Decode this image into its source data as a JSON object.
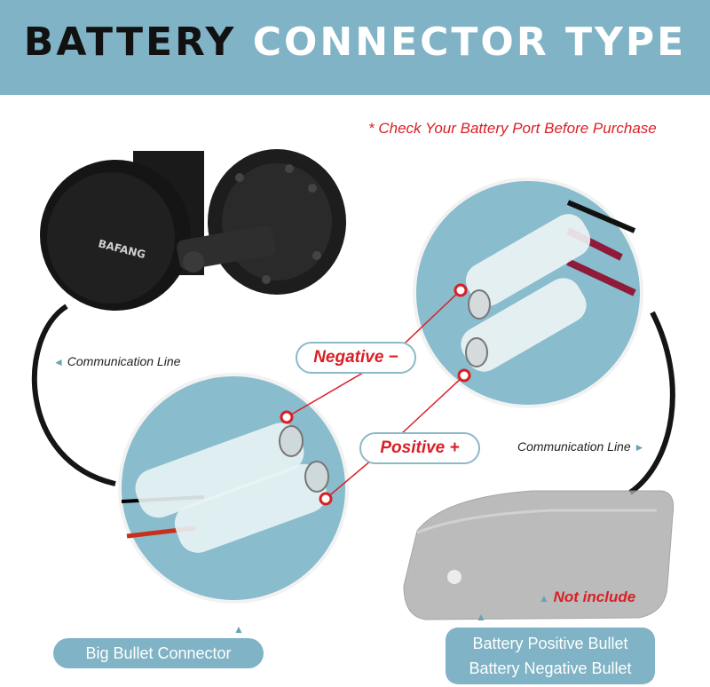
{
  "title": {
    "part1": "BATTERY",
    "part2": "CONNECTOR TYPE"
  },
  "notice": "* Check Your Battery Port Before Purchase",
  "motor_brand": "BAFANG",
  "labels": {
    "communication_left": "Communication Line",
    "communication_right": "Communication Line",
    "negative": "Negative −",
    "positive": "Positive +",
    "not_include": "Not include",
    "big_bullet": "Big Bullet Connector",
    "battery_positive": "Battery Positive Bullet",
    "battery_negative": "Battery Negative Bullet"
  },
  "icons": {
    "pointer_left": "◄",
    "pointer_right": "►",
    "pointer_up": "▲"
  },
  "colors": {
    "header": "#7fb3c5",
    "accent_red": "#d91f26",
    "label_bg": "#7fb3c5"
  }
}
